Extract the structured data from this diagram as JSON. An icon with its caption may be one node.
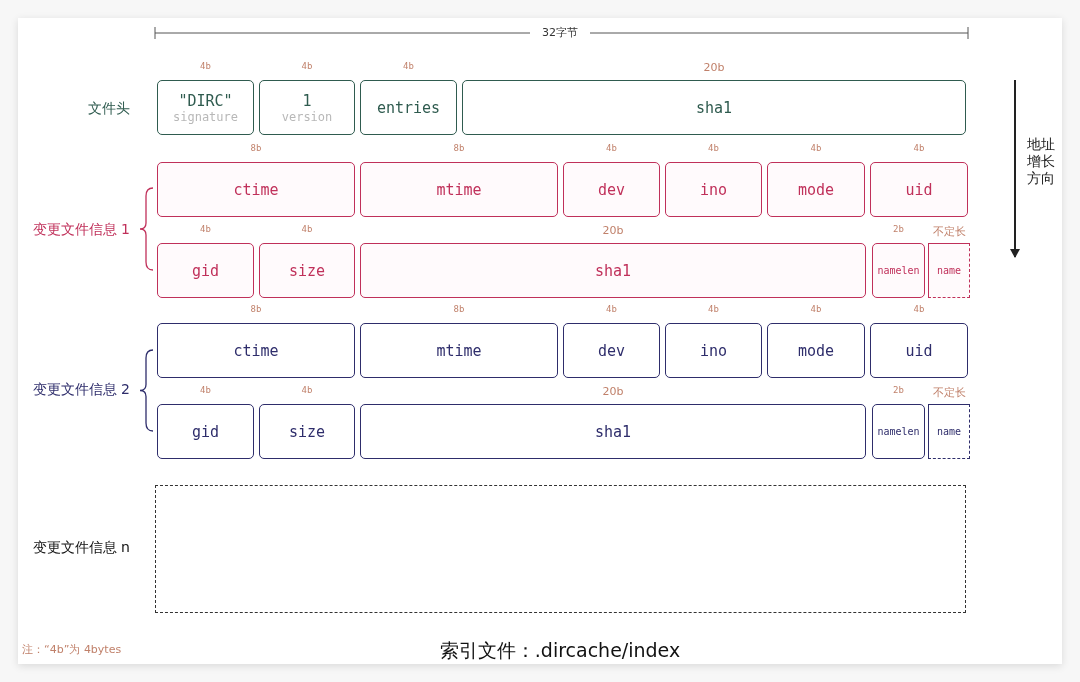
{
  "diagram": {
    "caption": "索引文件：.dircache/index",
    "nodes": [
      {
        "text": [
          "\"DIRC\"",
          "signature"
        ],
        "beside": [
          "4b"
        ]
      },
      {
        "text": [
          "1",
          "version"
        ],
        "beside": [
          "4b"
        ]
      },
      {
        "text": [
          "entries"
        ],
        "beside": [
          "4b"
        ]
      },
      {
        "text": [
          "sha1"
        ],
        "beside": [
          "20b"
        ]
      },
      {
        "text": [
          "ctime"
        ],
        "beside": [
          "8b"
        ]
      },
      {
        "text": [
          "mtime"
        ],
        "beside": [
          "8b"
        ]
      },
      {
        "text": [
          "dev"
        ],
        "beside": [
          "4b"
        ]
      },
      {
        "text": [
          "ino"
        ],
        "beside": [
          "4b"
        ]
      },
      {
        "text": [
          "mode"
        ],
        "beside": [
          "4b"
        ]
      },
      {
        "text": [
          "uid"
        ],
        "beside": [
          "4b"
        ]
      },
      {
        "text": [
          "gid"
        ],
        "beside": [
          "4b"
        ]
      },
      {
        "text": [
          "size"
        ],
        "beside": [
          "4b"
        ]
      },
      {
        "text": [
          "sha1"
        ],
        "beside": [
          "20b"
        ]
      },
      {
        "text": [
          "namelen"
        ],
        "beside": [
          "2b"
        ]
      },
      {
        "text": [
          "name"
        ],
        "beside": [
          "不定长"
        ]
      },
      {
        "text": [
          "ctime"
        ],
        "beside": [
          "8b"
        ]
      },
      {
        "text": [
          "mtime"
        ],
        "beside": [
          "8b"
        ]
      },
      {
        "text": [
          "dev"
        ],
        "beside": [
          "4b"
        ]
      },
      {
        "text": [
          "ino"
        ],
        "beside": [
          "4b"
        ]
      },
      {
        "text": [
          "mode"
        ],
        "beside": [
          "4b"
        ]
      },
      {
        "text": [
          "uid"
        ],
        "beside": [
          "4b"
        ]
      },
      {
        "text": [
          "gid"
        ],
        "beside": [
          "4b"
        ]
      },
      {
        "text": [
          "size"
        ],
        "beside": [
          "4b"
        ]
      },
      {
        "text": [
          "sha1"
        ],
        "beside": [
          "20b"
        ]
      },
      {
        "text": [
          "namelen"
        ],
        "beside": [
          "2b"
        ]
      },
      {
        "text": [
          "name"
        ],
        "beside": [
          "不定长"
        ]
      },
      {
        "text": [],
        "shape": "box"
      }
    ],
    "edges": [],
    "labels": [
      "32字节",
      "文件头",
      "地址增长方向",
      "变更文件信息 1",
      "变更文件信息 2",
      "变更文件信息 n",
      "注：“4b”为 4bytes"
    ]
  }
}
